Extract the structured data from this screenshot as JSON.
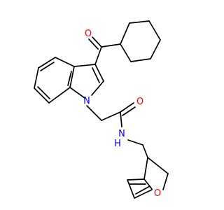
{
  "colors": {
    "carbon_bond": "#000000",
    "oxygen": "#ff0000",
    "nitrogen": "#0000ff",
    "background": "#ffffff"
  },
  "atoms": {
    "carbonyl_oxygen_ketone": "O",
    "indole_nitrogen": "N",
    "amide_oxygen": "O",
    "amide_nitrogen": "N",
    "amide_hydrogen": "H",
    "furan_oxygen": "O"
  }
}
